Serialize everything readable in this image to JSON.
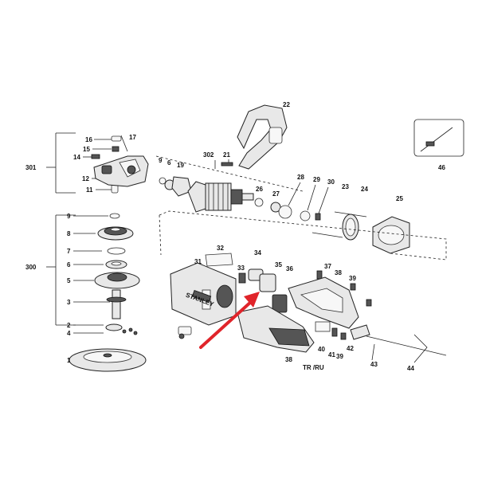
{
  "diagram": {
    "title": "",
    "group_labels": {
      "g301": "301",
      "g302": "302",
      "g300": "300"
    },
    "side_labels": {
      "l16": "16",
      "l17": "17",
      "l15": "15",
      "l14": "14",
      "l12": "12",
      "l11": "11",
      "l9": "9",
      "l8": "8",
      "l7": "7",
      "l6": "6",
      "l5": "5",
      "l3": "3",
      "l2": "2",
      "l4": "4",
      "l1": "1"
    },
    "part_labels": {
      "p22": "22",
      "p21": "21",
      "p9b": "9",
      "p6b": "6",
      "p19": "19",
      "p26": "26",
      "p27": "27",
      "p28": "28",
      "p29": "29",
      "p30": "30",
      "p23": "23",
      "p24": "24",
      "p25": "25",
      "p32": "32",
      "p34": "34",
      "p31": "31",
      "p33": "33",
      "p35": "35",
      "p36": "36",
      "p37": "37",
      "p38a": "38",
      "p39a": "39",
      "p38b": "38",
      "p40": "40",
      "p41": "41",
      "p39b": "39",
      "p42": "42",
      "p43": "43",
      "p44": "44",
      "p46": "46"
    },
    "region_label": "TR /RU",
    "brand_label": "STANLEY",
    "colors": {
      "arrow": "#e0242a",
      "ink": "#222222"
    }
  }
}
